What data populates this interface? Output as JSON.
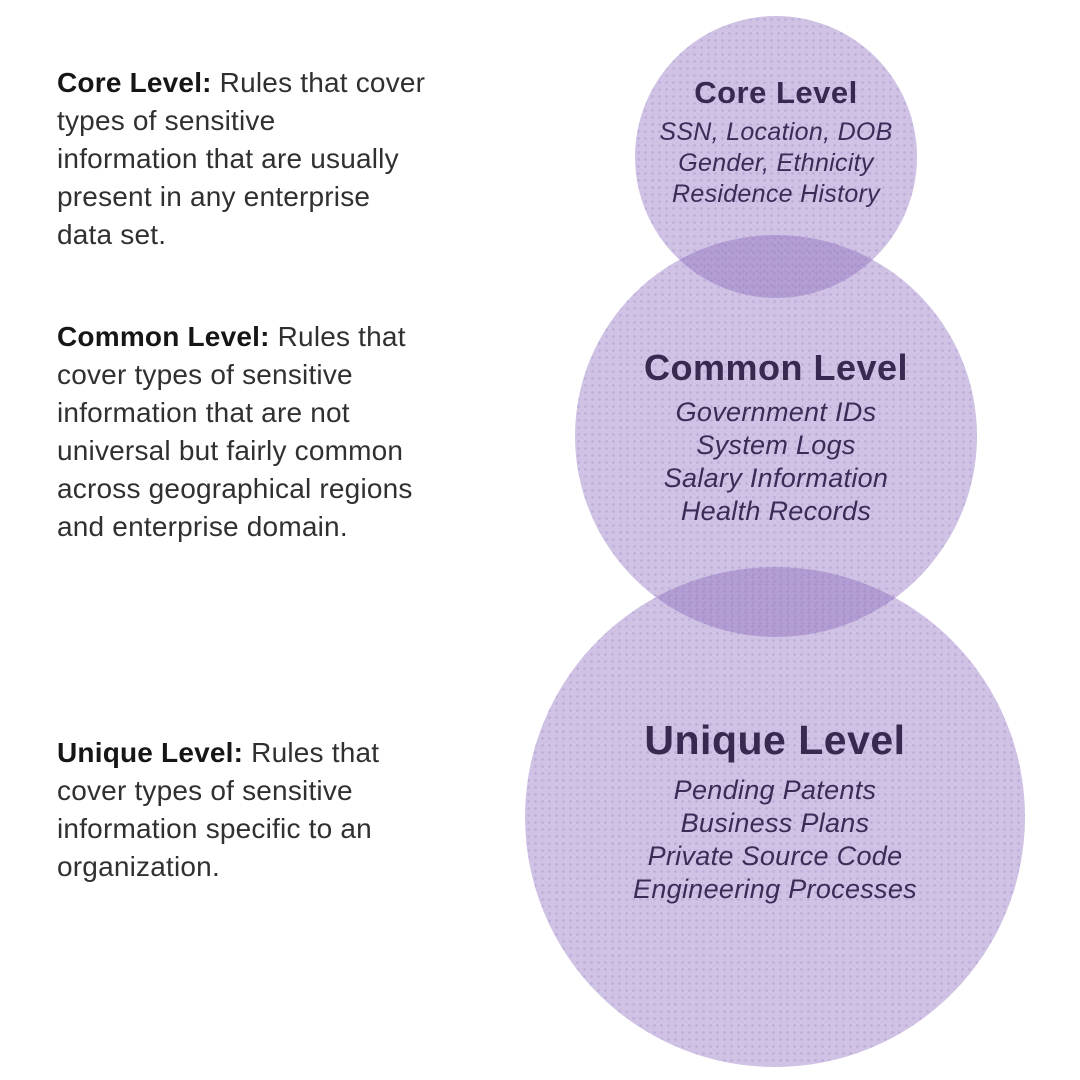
{
  "colors": {
    "background": "#ffffff",
    "circle_fill_single": "#cfc2e4",
    "circle_fill_overlap": "#b3a0d2",
    "circle_rgba": "rgba(141,110,191,0.42)",
    "circle_title_text": "#37294f",
    "circle_item_text": "#3a2c57",
    "description_label_text": "#161616",
    "description_body_text": "#303030"
  },
  "descriptions": [
    {
      "label": "Core Level:",
      "text": " Rules that cover\ntypes of sensitive\ninformation that are usually\npresent in any enterprise\ndata set."
    },
    {
      "label": "Common Level:",
      "text": " Rules that\ncover types of sensitive\ninformation that are not\nuniversal but fairly common\nacross geographical regions\nand enterprise domain."
    },
    {
      "label": "Unique Level:",
      "text": " Rules that\ncover types of sensitive\ninformation specific to an\norganization."
    }
  ],
  "circles": [
    {
      "title": "Core Level",
      "items": [
        "SSN, Location, DOB",
        "Gender, Ethnicity",
        "Residence History"
      ]
    },
    {
      "title": "Common Level",
      "items": [
        "Government IDs",
        "System Logs",
        "Salary Information",
        "Health Records"
      ]
    },
    {
      "title": "Unique Level",
      "items": [
        "Pending Patents",
        "Business Plans",
        "Private Source Code",
        "Engineering Processes"
      ]
    }
  ]
}
